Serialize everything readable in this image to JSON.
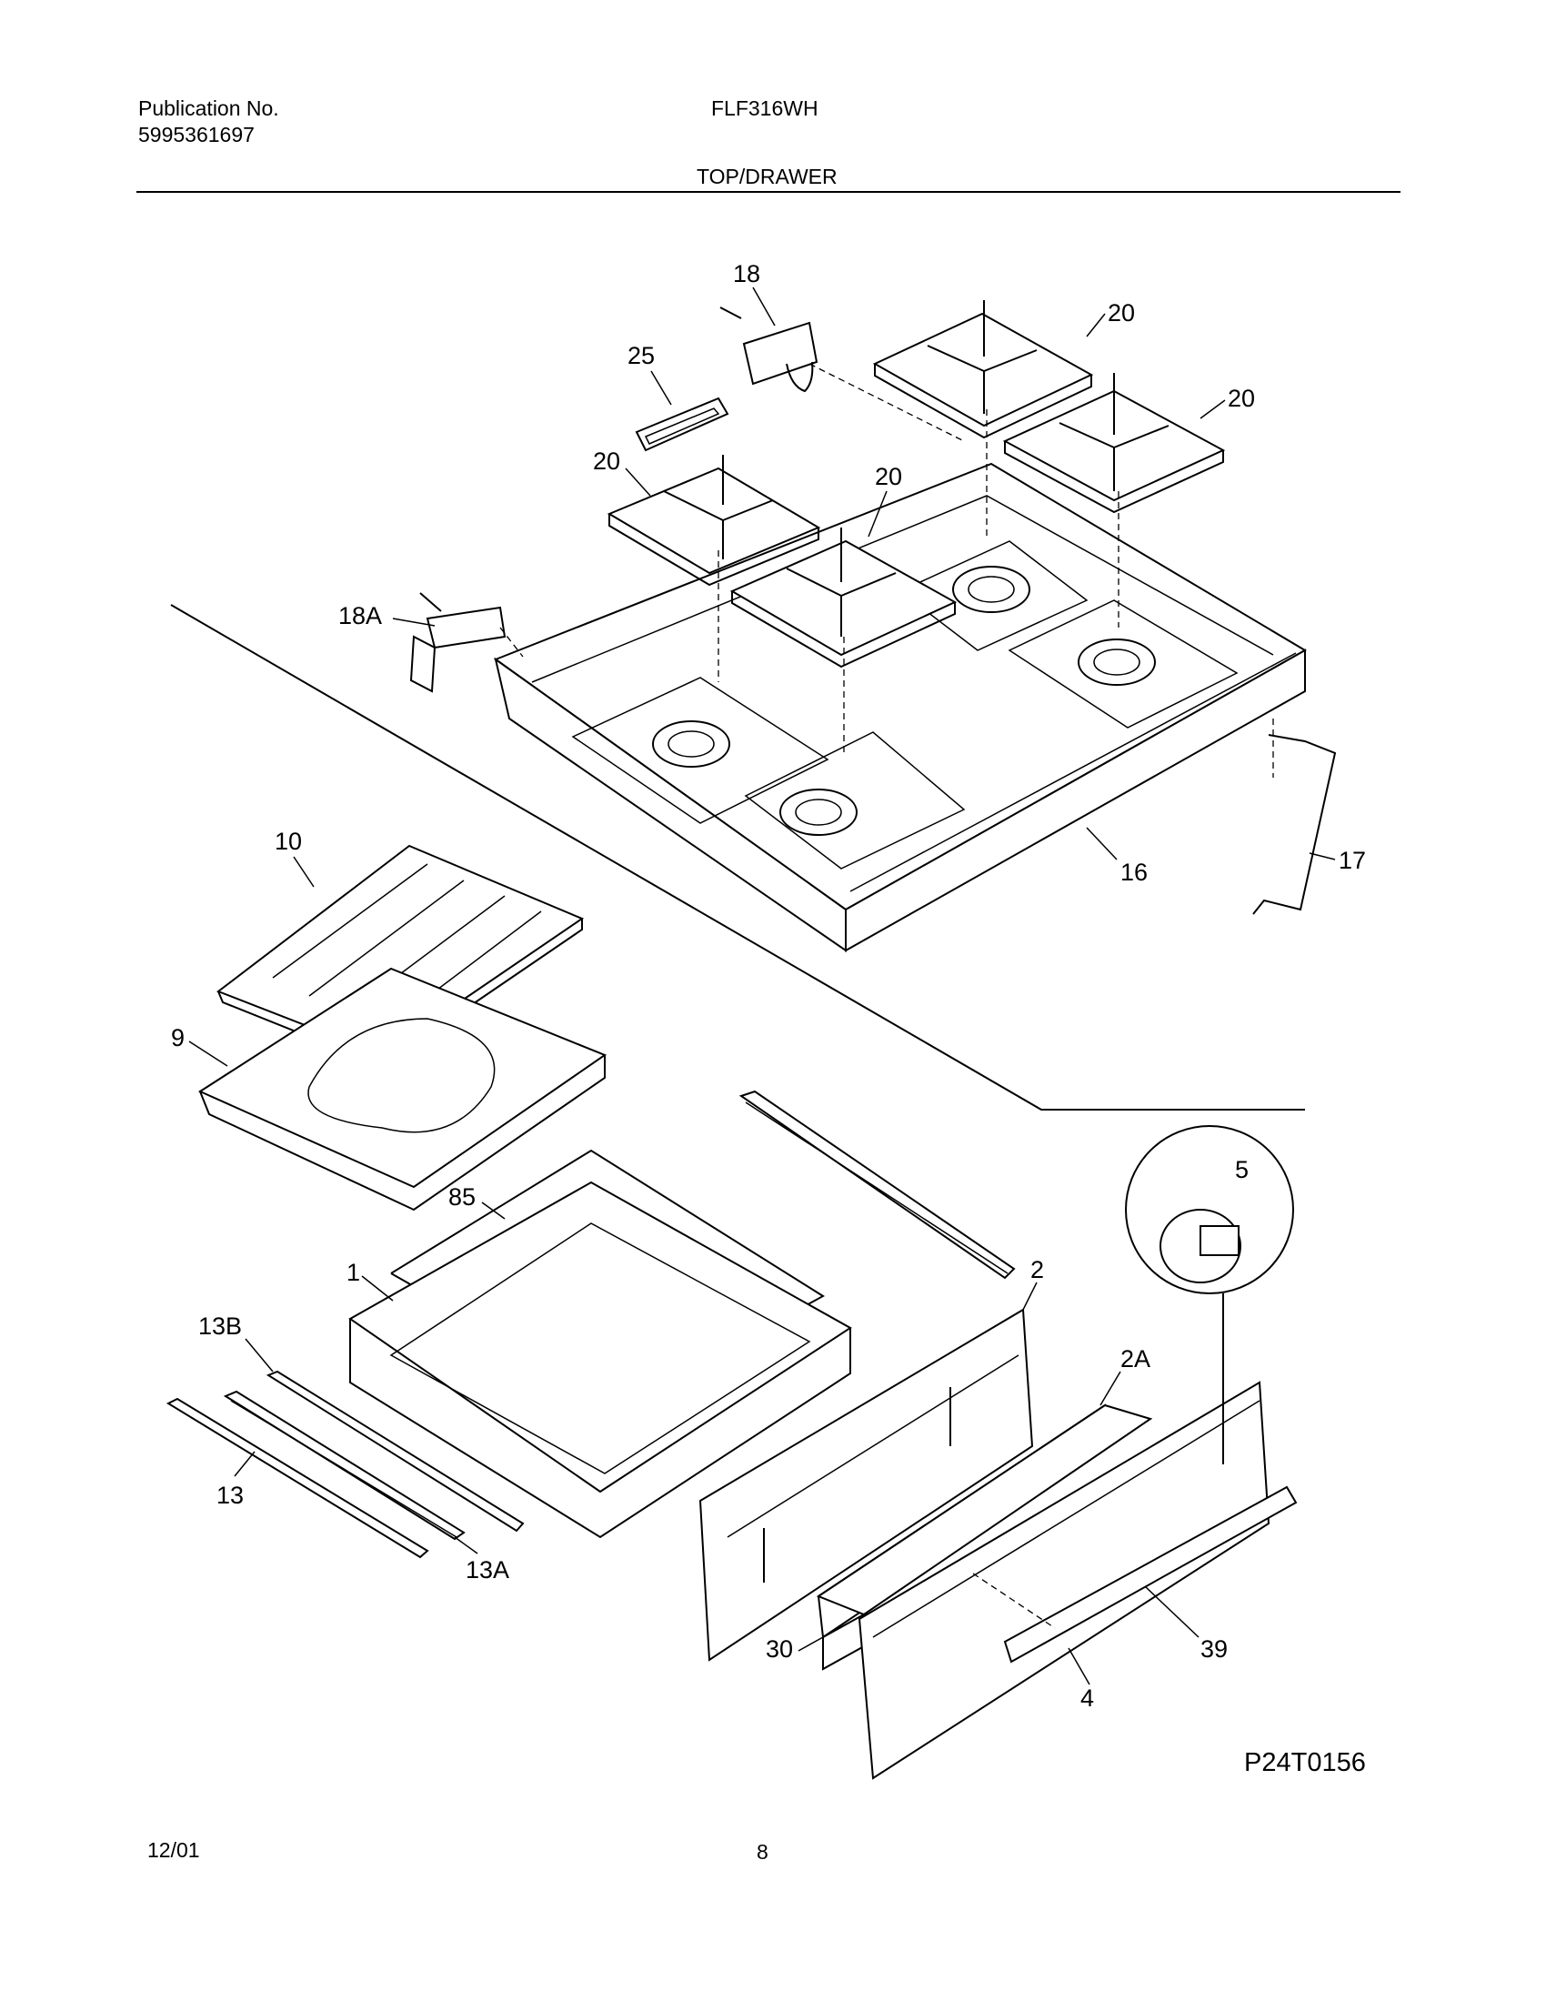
{
  "header": {
    "publication_label": "Publication No.",
    "publication_number": "5995361697",
    "model": "FLF316WH",
    "section_title": "TOP/DRAWER"
  },
  "callouts": {
    "c18": "18",
    "c25": "25",
    "c20a": "20",
    "c20b": "20",
    "c20c": "20",
    "c20d": "20",
    "c18A": "18A",
    "c16": "16",
    "c17": "17",
    "c10": "10",
    "c9": "9",
    "c85": "85",
    "c1": "1",
    "c2": "2",
    "c5": "5",
    "c13B": "13B",
    "c13": "13",
    "c13A": "13A",
    "c2A": "2A",
    "c30": "30",
    "c39": "39",
    "c4": "4"
  },
  "drawing_code": "P24T0156",
  "footer": {
    "date": "12/01",
    "page_number": "8"
  }
}
